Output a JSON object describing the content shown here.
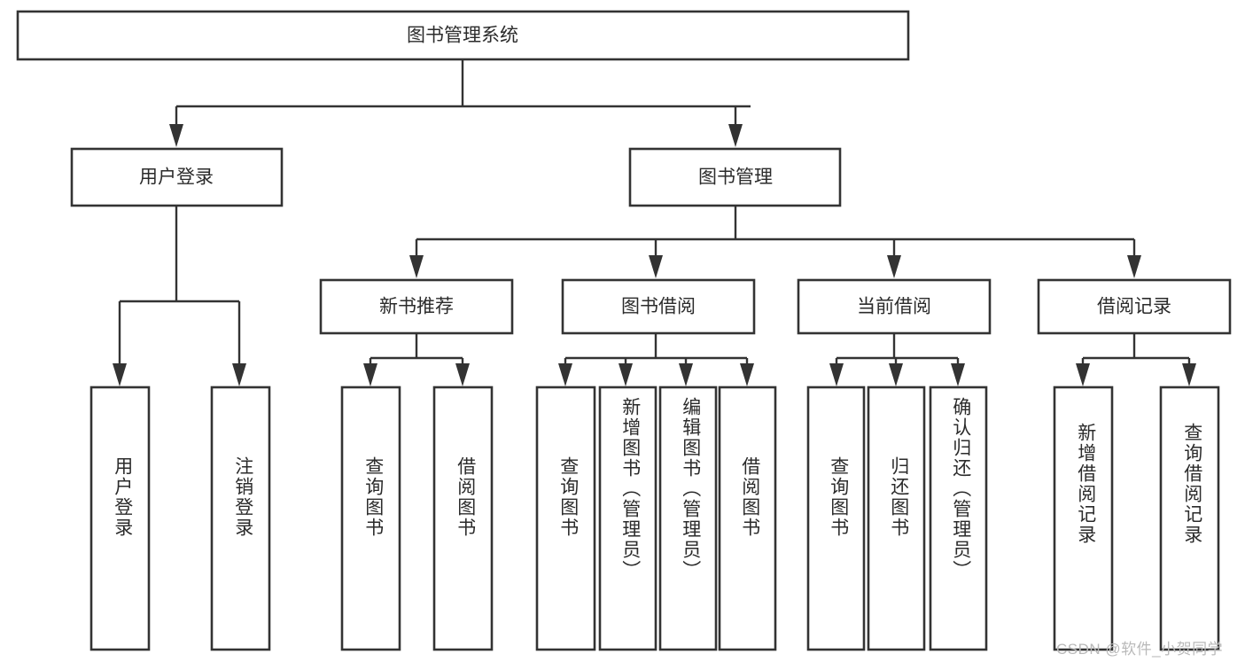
{
  "diagram": {
    "title": "图书管理系统",
    "type": "tree-hierarchy-chart",
    "root": {
      "label": "图书管理系统"
    },
    "level2": [
      {
        "label": "用户登录"
      },
      {
        "label": "图书管理"
      }
    ],
    "level3": [
      {
        "label": "新书推荐"
      },
      {
        "label": "图书借阅"
      },
      {
        "label": "当前借阅"
      },
      {
        "label": "借阅记录"
      }
    ],
    "leaves": {
      "user_login": [
        {
          "label": "用户登录"
        },
        {
          "label": "注销登录"
        }
      ],
      "new_book_recommend": [
        {
          "label": "查询图书"
        },
        {
          "label": "借阅图书"
        }
      ],
      "book_borrow": [
        {
          "label": "查询图书"
        },
        {
          "label": "新增图书（管理员）"
        },
        {
          "label": "编辑图书（管理员）"
        },
        {
          "label": "借阅图书"
        }
      ],
      "current_borrow": [
        {
          "label": "查询图书"
        },
        {
          "label": "归还图书"
        },
        {
          "label": "确认归还（管理员）"
        }
      ],
      "borrow_record": [
        {
          "label": "新增借阅记录"
        },
        {
          "label": "查询借阅记录"
        }
      ]
    }
  },
  "watermark": {
    "text": "CSDN @软件_小贺同学"
  },
  "colors": {
    "stroke": "#333333",
    "box_fill": "#ffffff",
    "text": "#2b2b2b",
    "watermark": "#b9b9b9",
    "background": "#ffffff"
  }
}
